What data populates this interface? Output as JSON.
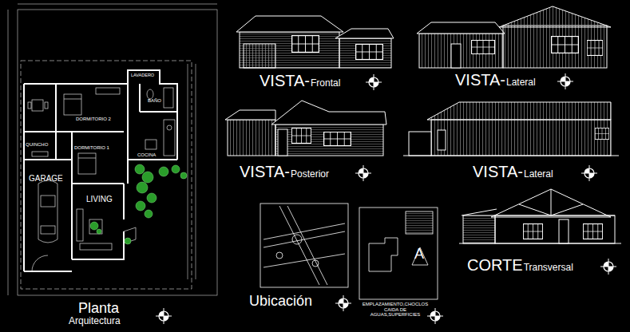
{
  "diagram": {
    "nodes": [
      {
        "text": [
          "LAVADERO"
        ]
      },
      {
        "text": [
          "DORMITORIO 2"
        ]
      },
      {
        "text": [
          "BAÑO"
        ]
      },
      {
        "text": [
          "COCINA"
        ]
      },
      {
        "text": [
          "QUINCHO"
        ]
      },
      {
        "text": [
          "DORMITORIO 1"
        ]
      },
      {
        "text": [
          "GARAGE"
        ]
      },
      {
        "text": [
          "LIVING"
        ]
      }
    ],
    "labels": [
      "VISTA-",
      "Frontal",
      "VISTA-",
      "Lateral",
      "VISTA-",
      "Posterior",
      "VISTA-",
      "Lateral",
      "CORTE",
      "Transversal",
      "Ubicación",
      "EMPLAZAMIENTO,CHOCLOS CAIDA DE AGUAS,SUPERFICIES",
      "Planta",
      "Arquitectura",
      "A"
    ]
  }
}
